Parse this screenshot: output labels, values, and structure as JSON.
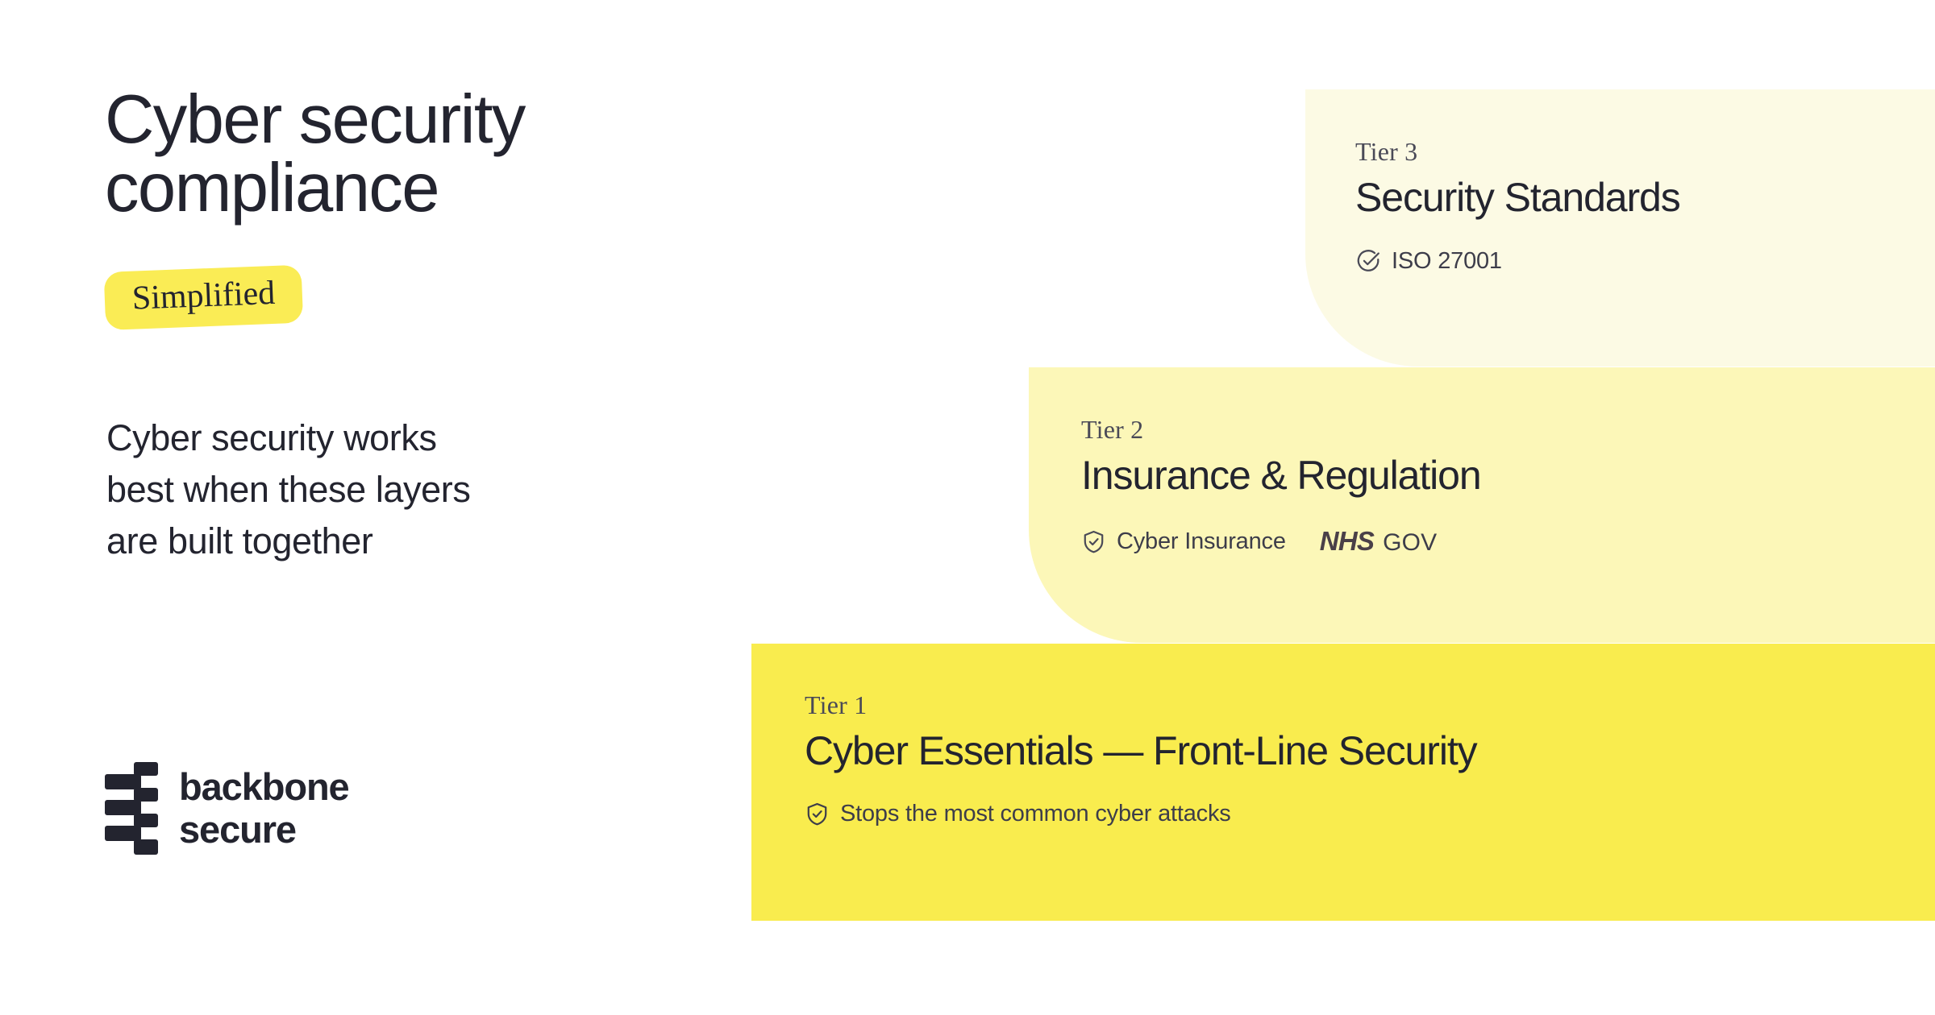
{
  "brand": {
    "accent": "#FAEC55",
    "ink": "#23242F",
    "logo_line1": "backbone",
    "logo_line2": "secure",
    "logo_mark_name": "backbone-secure-zigzag-mark"
  },
  "hero": {
    "title_lines": [
      "Cyber security",
      "compliance"
    ],
    "pill_label": "Simplified",
    "lede_lines": [
      "Cyber security works",
      "best when these layers",
      "are built together"
    ]
  },
  "tiers": [
    {
      "eyebrow": "Tier 3",
      "heading": "Security Standards",
      "bg": "#FCFAE4",
      "badges": [
        {
          "icon": "circle-check-icon",
          "label": "ISO 27001"
        }
      ]
    },
    {
      "eyebrow": "Tier 2",
      "heading": "Insurance & Regulation",
      "bg": "#FCF7B8",
      "badges": [
        {
          "icon": "shield-check-icon",
          "label": "Cyber Insurance"
        },
        {
          "icon": "nhs-logo",
          "label": "NHS",
          "label2": "GOV"
        }
      ]
    },
    {
      "eyebrow": "Tier 1",
      "heading": "Cyber Essentials — Front-Line Security",
      "bg": "#F9EC4E",
      "badges": [
        {
          "icon": "shield-check-icon",
          "label": "Stops the most common cyber attacks"
        }
      ]
    }
  ]
}
